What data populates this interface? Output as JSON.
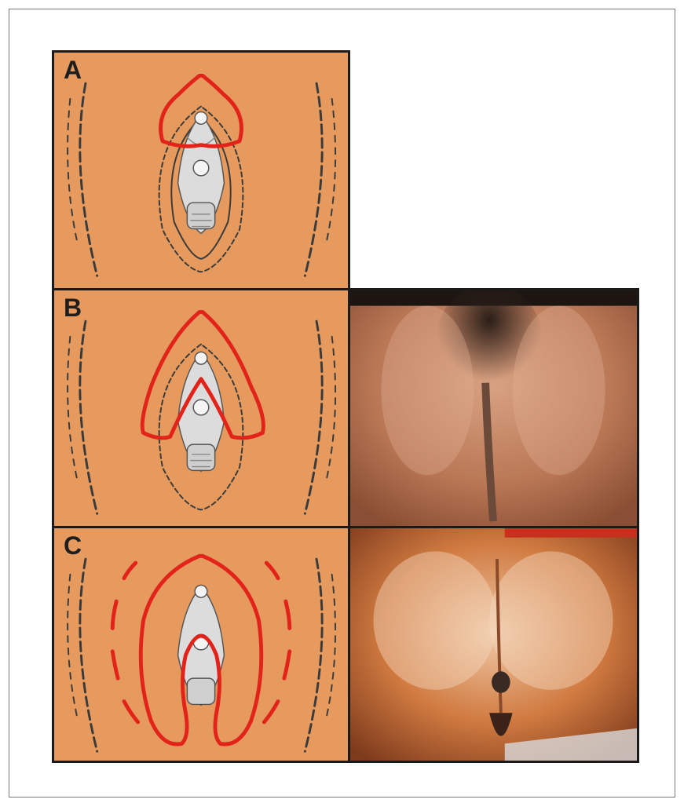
{
  "figure": {
    "panels": [
      {
        "id": "a",
        "label": "A",
        "outline": "excision-periclitoral",
        "has_photo": false
      },
      {
        "id": "b",
        "label": "B",
        "outline": "excision-clitoris-labia-minora",
        "has_photo": true
      },
      {
        "id": "c",
        "label": "C",
        "outline": "infibulation",
        "has_photo": true
      }
    ]
  },
  "colors": {
    "panel_background": "#e69a5e",
    "outline_red": "#e2231a",
    "line_dark": "#3a3a3a",
    "border": "#1a1a1a"
  }
}
